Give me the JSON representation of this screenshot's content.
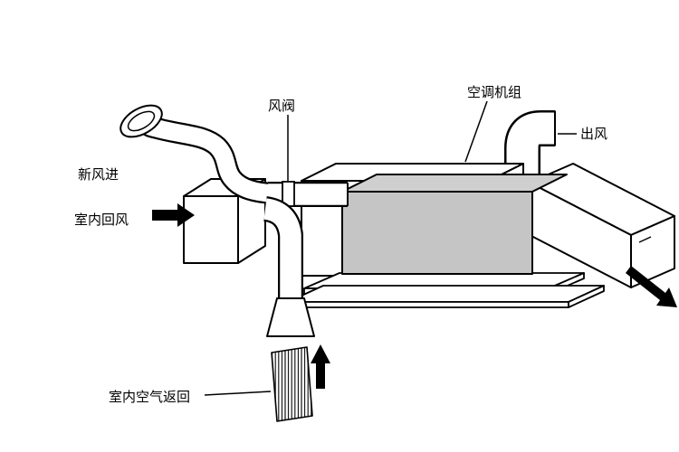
{
  "diagram": {
    "type": "hvac-airflow-schematic",
    "labels": {
      "damper": "风阀",
      "ac_unit": "空调机组",
      "air_outlet": "出风",
      "fresh_air_in": "新风进",
      "indoor_return_air": "室内回风",
      "indoor_air_return": "室内空气返回"
    },
    "colors": {
      "outline": "#000000",
      "unit_front": "#c5c5c5",
      "unit_top": "#cfcfcf",
      "background": "#ffffff"
    }
  }
}
